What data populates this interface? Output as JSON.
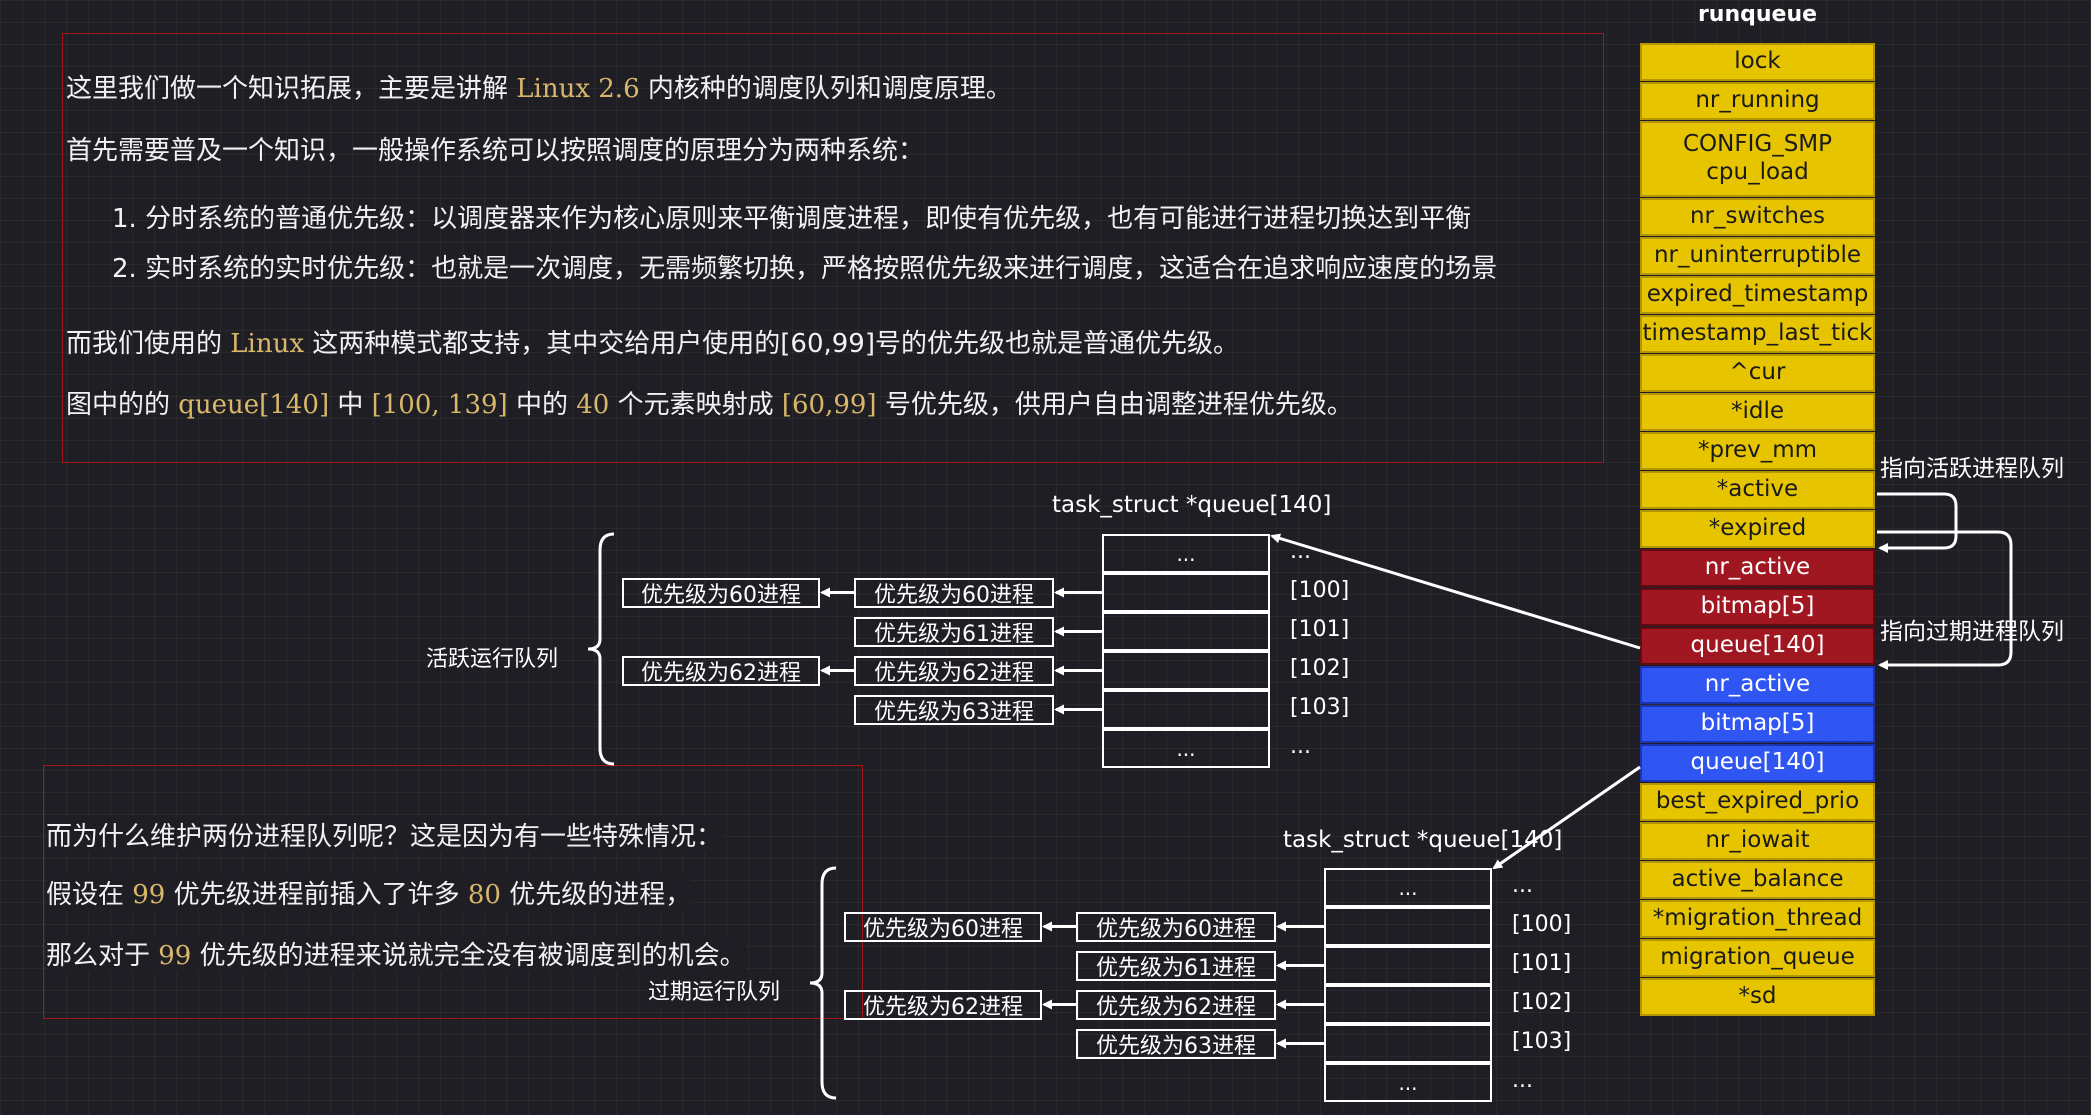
{
  "intro": {
    "line1_a": "这里我们做一个知识拓展，主要是讲解 ",
    "line1_code": "Linux 2.6",
    "line1_b": " 内核种的调度队列和调度原理。",
    "line2": "首先需要普及一个知识，一般操作系统可以按照调度的原理分为两种系统：",
    "item1": "1. 分时系统的普通优先级：以调度器来作为核心原则来平衡调度进程，即使有优先级，也有可能进行进程切换达到平衡",
    "item2": "2. 实时系统的实时优先级：也就是一次调度，无需频繁切换，严格按照优先级来进行调度，这适合在追求响应速度的场景",
    "line3_a": "而我们使用的 ",
    "line3_code": "Linux",
    "line3_b": " 这两种模式都支持，其中交给用户使用的[60,99]号的优先级也就是普通优先级。",
    "line4_a": "图中的的 ",
    "line4_code1": "queue[140]",
    "line4_b": " 中 ",
    "line4_code2": "[100, 139]",
    "line4_c": " 中的 ",
    "line4_code3": "40",
    "line4_d": " 个元素映射成 ",
    "line4_code4": "[60,99]",
    "line4_e": " 号优先级，供用户自由调整进程优先级。"
  },
  "why": {
    "line1": "而为什么维护两份进程队列呢？这是因为有一些特殊情况：",
    "line2_a": "假设在 ",
    "line2_code1": "99",
    "line2_b": " 优先级进程前插入了许多 ",
    "line2_code2": "80",
    "line2_c": " 优先级的进程，",
    "line3_a": "那么对于 ",
    "line3_code": "99",
    "line3_b": " 优先级的进程来说就完全没有被调度到的机会。"
  },
  "runqueue": {
    "title": "runqueue",
    "fields": [
      {
        "label": "lock",
        "color": "yellow"
      },
      {
        "label": "nr_running",
        "color": "yellow"
      },
      {
        "label": "CONFIG_SMP\ncpu_load",
        "color": "yellow"
      },
      {
        "label": "nr_switches",
        "color": "yellow"
      },
      {
        "label": "nr_uninterruptible",
        "color": "yellow"
      },
      {
        "label": "expired_timestamp",
        "color": "yellow"
      },
      {
        "label": "timestamp_last_tick",
        "color": "yellow"
      },
      {
        "label": "^cur",
        "color": "yellow"
      },
      {
        "label": "*idle",
        "color": "yellow"
      },
      {
        "label": "*prev_mm",
        "color": "yellow"
      },
      {
        "label": "*active",
        "color": "yellow"
      },
      {
        "label": "*expired",
        "color": "yellow"
      },
      {
        "label": "nr_active",
        "color": "red"
      },
      {
        "label": "bitmap[5]",
        "color": "red"
      },
      {
        "label": "queue[140]",
        "color": "red"
      },
      {
        "label": "nr_active",
        "color": "blue"
      },
      {
        "label": "bitmap[5]",
        "color": "blue"
      },
      {
        "label": "queue[140]",
        "color": "blue"
      },
      {
        "label": "best_expired_prio",
        "color": "yellow"
      },
      {
        "label": "nr_iowait",
        "color": "yellow"
      },
      {
        "label": "active_balance",
        "color": "yellow"
      },
      {
        "label": "*migration_thread",
        "color": "yellow"
      },
      {
        "label": "migration_queue",
        "color": "yellow"
      },
      {
        "label": "*sd",
        "color": "yellow"
      }
    ],
    "active_pointer_label": "指向活跃进程队列",
    "expired_pointer_label": "指向过期进程队列"
  },
  "active_queue": {
    "title": "task_struct *queue[140]",
    "group_label": "活跃运行队列",
    "cells": [
      "...",
      "",
      "",
      "",
      "",
      "..."
    ],
    "indices": [
      "...",
      "[100]",
      "[101]",
      "[102]",
      "[103]",
      "..."
    ],
    "chain_first": [
      "优先级为60进程",
      "优先级为61进程",
      "优先级为62进程",
      "优先级为63进程"
    ],
    "chain_second": [
      "优先级为60进程",
      "优先级为62进程"
    ]
  },
  "expired_queue": {
    "title": "task_struct *queue[140]",
    "group_label": "过期运行队列",
    "cells": [
      "...",
      "",
      "",
      "",
      "",
      "..."
    ],
    "indices": [
      "...",
      "[100]",
      "[101]",
      "[102]",
      "[103]",
      "..."
    ],
    "chain_first": [
      "优先级为60进程",
      "优先级为61进程",
      "优先级为62进程",
      "优先级为63进程"
    ],
    "chain_second": [
      "优先级为60进程",
      "优先级为62进程"
    ]
  },
  "colors": {
    "yellow": "#e6c400",
    "red": "#a01621",
    "blue": "#2f55f2",
    "frame_red": "#a4161a",
    "code_text": "#d9b76a"
  }
}
